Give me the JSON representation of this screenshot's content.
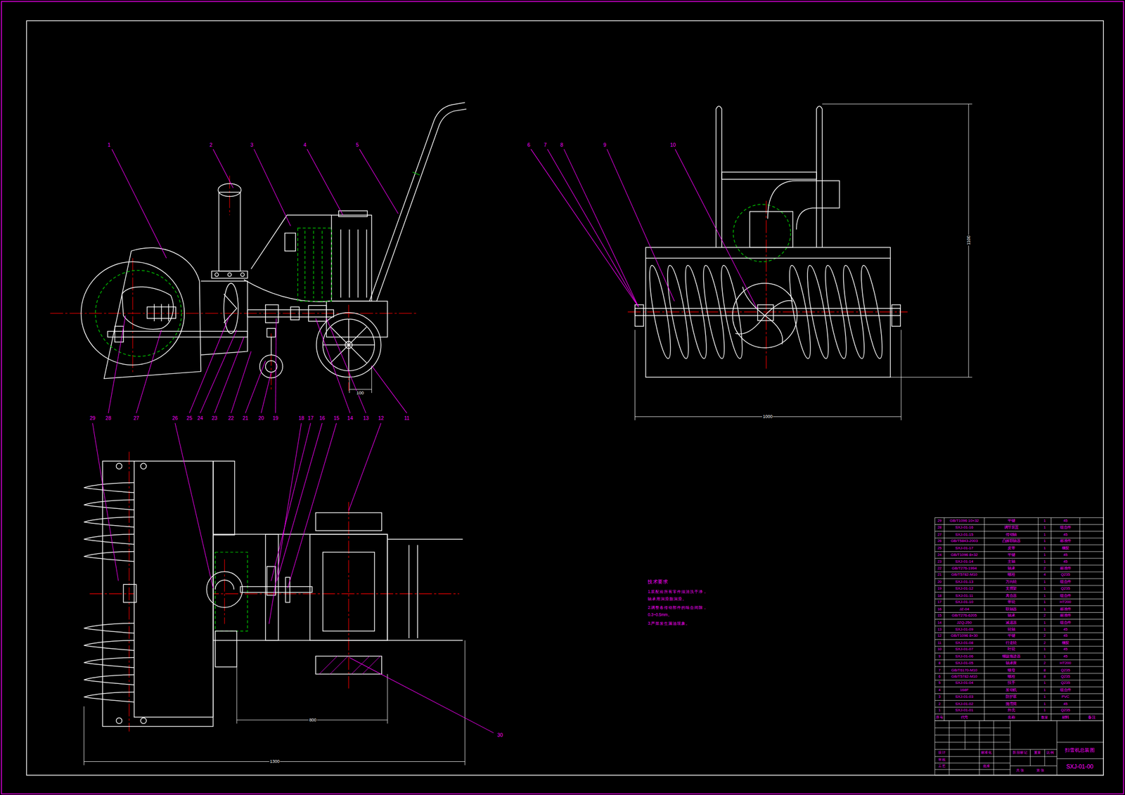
{
  "diagram": {
    "title": "扫雪机总装图",
    "labels": [
      "1",
      "2",
      "3",
      "4",
      "5",
      "6",
      "7",
      "8",
      "9",
      "10",
      "11",
      "12",
      "13",
      "14",
      "15",
      "16",
      "17",
      "18",
      "19",
      "20",
      "21",
      "22",
      "23",
      "24",
      "25",
      "26",
      "27",
      "28",
      "29",
      "30",
      "100",
      "1000",
      "1100",
      "800",
      "1300",
      "技术要求",
      "1.装配前所有零件须清洗干净，",
      "轴承用润滑脂润滑。",
      "2.调整各传动部件的啮合间隙，",
      "0.3~0.5mm。",
      "3.严禁发生漏油现象。",
      "29",
      "GB/T1096 10×32",
      "平键",
      "1",
      "45",
      "28",
      "SXJ-01-16",
      "调节装置",
      "1",
      "组合件",
      "27",
      "SXJ-01-15",
      "传动轴",
      "1",
      "45",
      "26",
      "GB/T5843-2003",
      "凸缘联轴器",
      "1",
      "标准件",
      "25",
      "SXJ-01-17",
      "皮带",
      "1",
      "橡胶",
      "24",
      "GB/T1096 8×32",
      "平键",
      "1",
      "45",
      "23",
      "SXJ-01-14",
      "主轴",
      "1",
      "45",
      "22",
      "GB/T276-1994",
      "轴承",
      "2",
      "标准件",
      "21",
      "GB/T5782-M10",
      "螺栓",
      "4",
      "Q235",
      "20",
      "SXJ-01-13",
      "万向轮",
      "1",
      "组合件",
      "19",
      "SXJ-01-12",
      "支撑架",
      "1",
      "Q235",
      "18",
      "SXJ-01-11",
      "离合器",
      "1",
      "组合件",
      "17",
      "SXJ-01-10",
      "带轮",
      "1",
      "HT200",
      "16",
      "JZ-04",
      "联轴器",
      "1",
      "标准件",
      "15",
      "GB/T276-6205",
      "轴承",
      "2",
      "标准件",
      "14",
      "JZQ-250",
      "减速器",
      "1",
      "组合件",
      "13",
      "SXJ-01-09",
      "轮轴",
      "1",
      "45",
      "12",
      "GB/T1096 8×30",
      "平键",
      "2",
      "45",
      "11",
      "SXJ-01-08",
      "行走轮",
      "2",
      "橡胶",
      "10",
      "SXJ-01-07",
      "叶轮",
      "1",
      "45",
      "9",
      "SXJ-01-06",
      "螺旋推进器",
      "1",
      "45",
      "8",
      "SXJ-01-05",
      "轴承座",
      "2",
      "HT200",
      "7",
      "GB/T6170-M10",
      "螺母",
      "8",
      "Q235",
      "6",
      "GB/T5782-M10",
      "螺栓",
      "8",
      "Q235",
      "5",
      "SXJ-01-04",
      "扶手",
      "1",
      "Q235",
      "4",
      "168F",
      "发动机",
      "1",
      "组合件",
      "3",
      "SXJ-01-03",
      "防护罩",
      "1",
      "PVC",
      "2",
      "SXJ-01-02",
      "抛雪筒",
      "1",
      "45",
      "1",
      "SXJ-01-01",
      "外壳",
      "1",
      "Q235",
      "序号",
      "代号",
      "名称",
      "数量",
      "材料",
      "备注",
      "设计",
      "标准化",
      "审核",
      "工艺",
      "批准",
      "阶段标记",
      "重量",
      "比例",
      "共 张",
      "第 张",
      "SXJ-01-00"
    ]
  }
}
